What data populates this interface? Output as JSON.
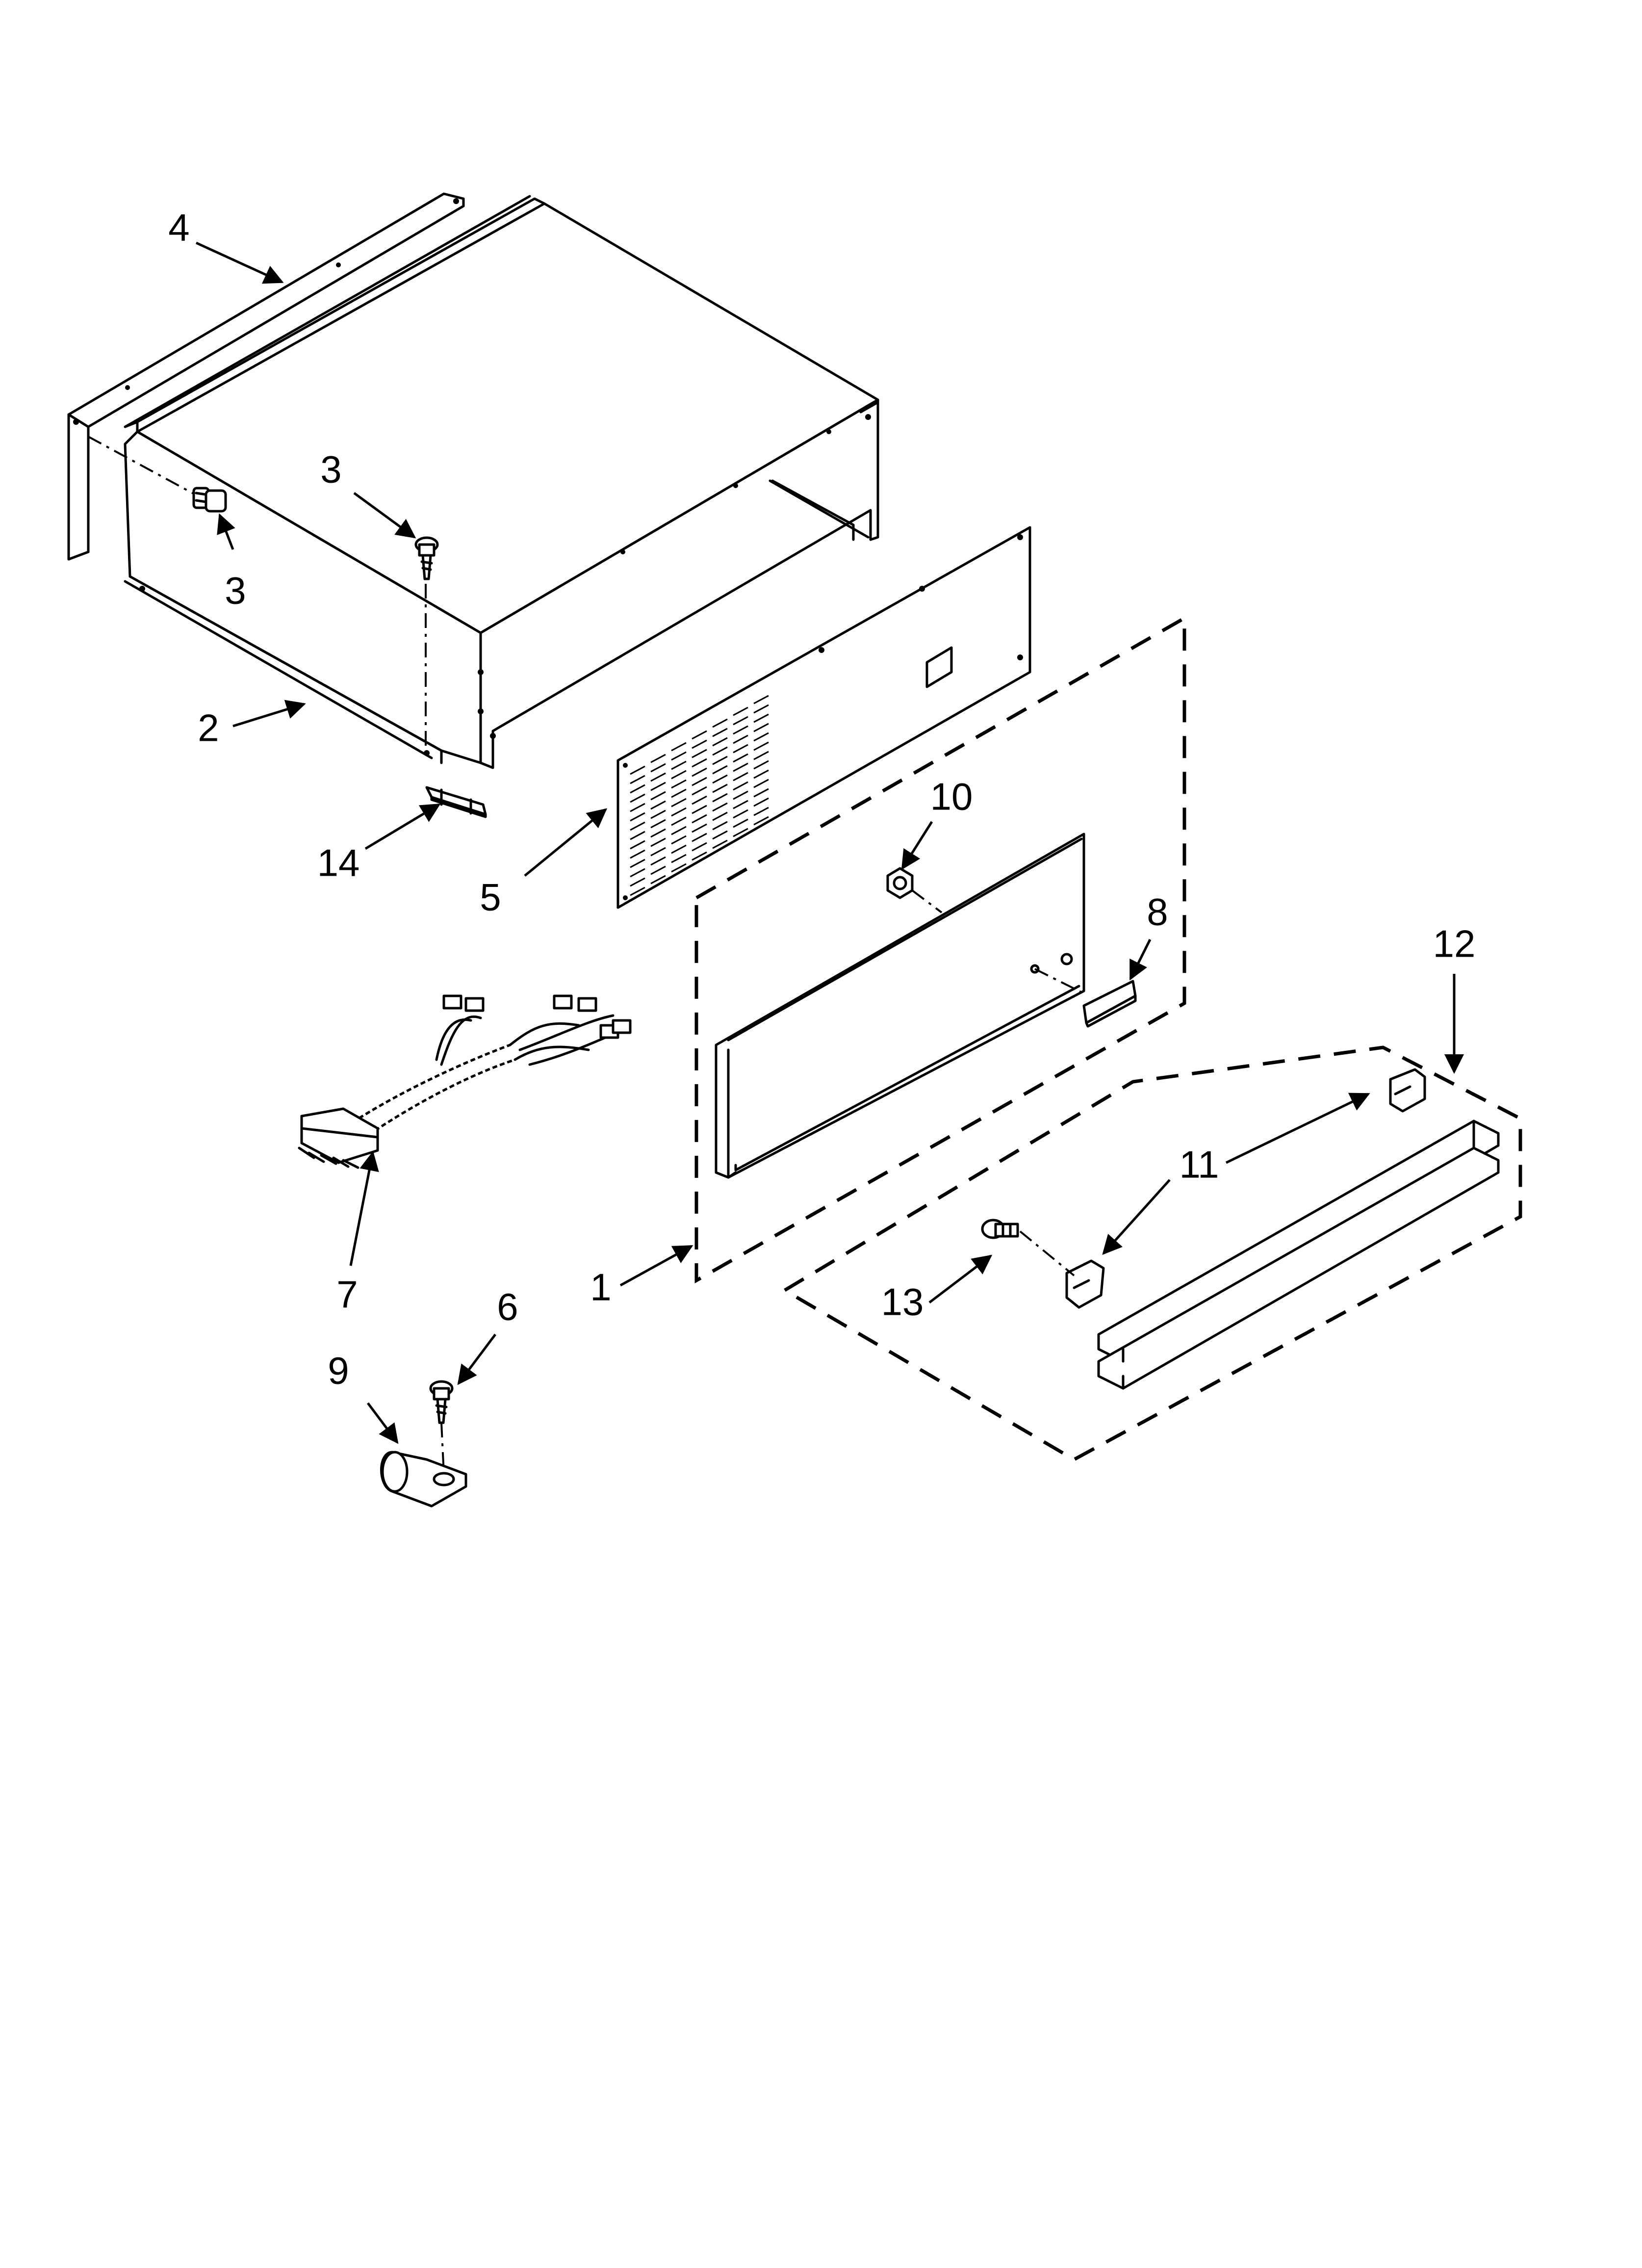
{
  "callouts": [
    {
      "id": "4",
      "text": "4"
    },
    {
      "id": "3a",
      "text": "3"
    },
    {
      "id": "3b",
      "text": "3"
    },
    {
      "id": "2",
      "text": "2"
    },
    {
      "id": "14",
      "text": "14"
    },
    {
      "id": "5",
      "text": "5"
    },
    {
      "id": "10",
      "text": "10"
    },
    {
      "id": "8",
      "text": "8"
    },
    {
      "id": "12",
      "text": "12"
    },
    {
      "id": "11",
      "text": "11"
    },
    {
      "id": "7",
      "text": "7"
    },
    {
      "id": "1",
      "text": "1"
    },
    {
      "id": "13",
      "text": "13"
    },
    {
      "id": "6",
      "text": "6"
    },
    {
      "id": "9",
      "text": "9"
    }
  ]
}
